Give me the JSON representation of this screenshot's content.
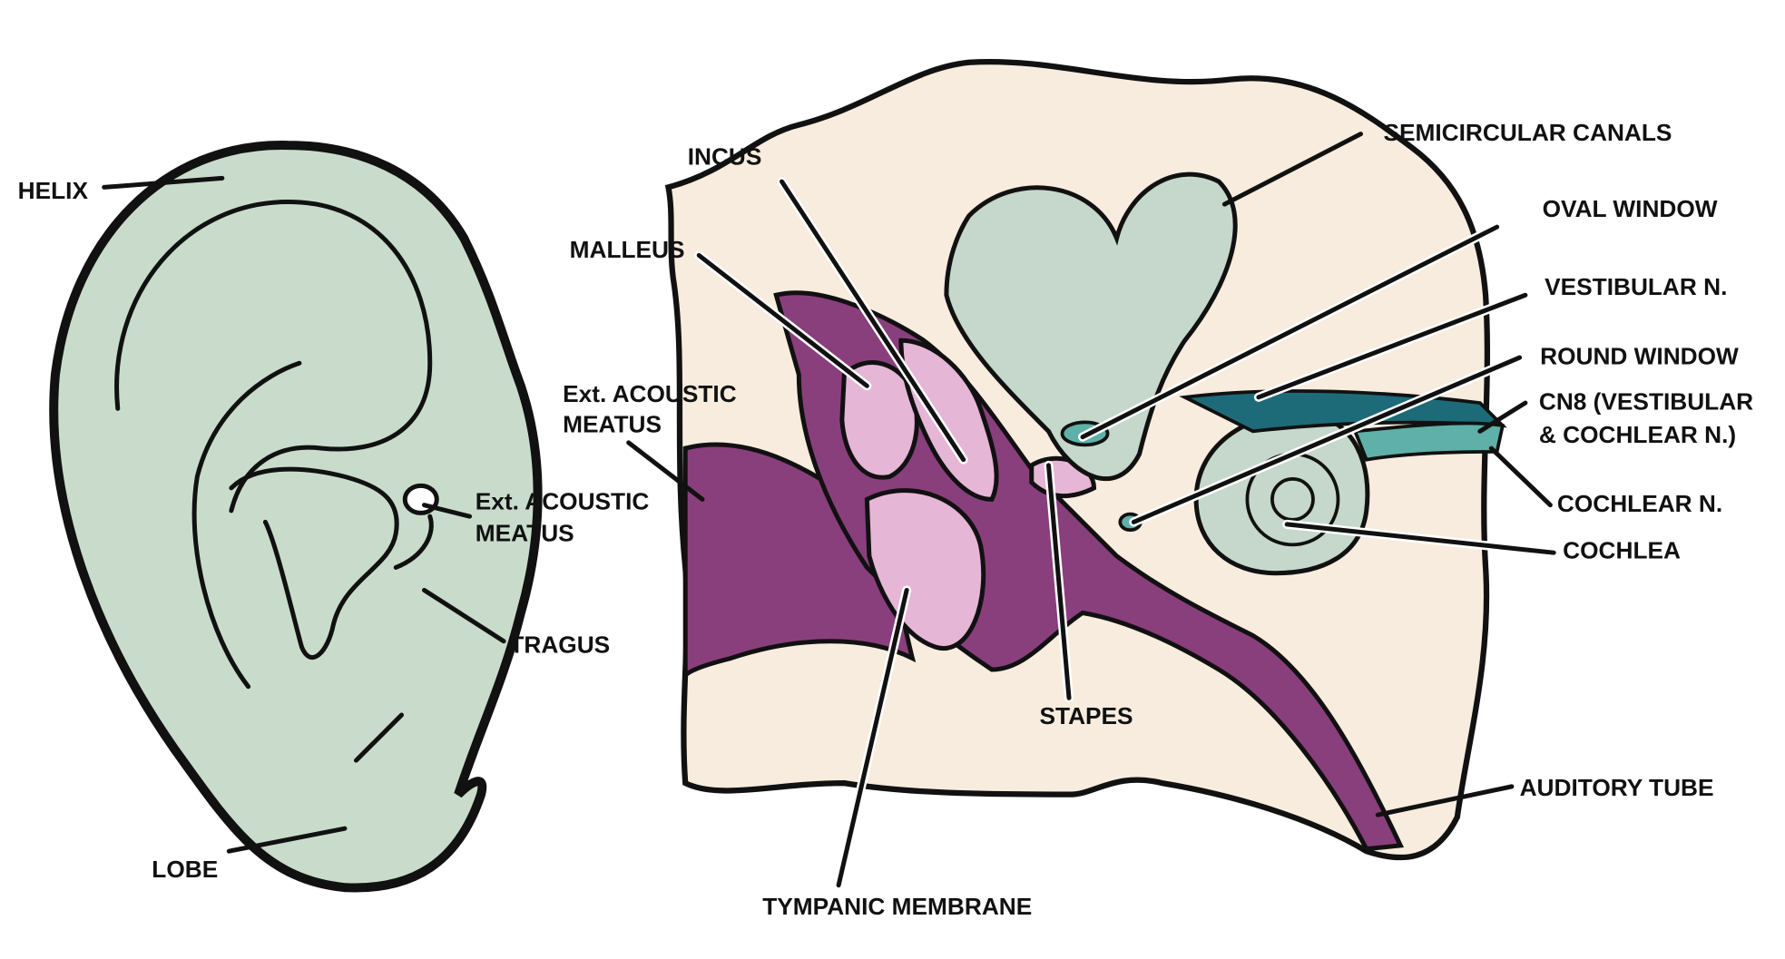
{
  "title": "Ear anatomy",
  "colors": {
    "skin": "#c9dccb",
    "bone": "#f8ecdf",
    "canal": "#8a3f7d",
    "ossicle": "#e6b6d6",
    "labyrinth": "#c5d8cb",
    "nerve_dark": "#1d6b78",
    "nerve_light": "#5fb0a8"
  },
  "outer_ear_labels": {
    "helix": "HELIX",
    "lobe": "LOBE",
    "meatus_1": "Ext. ACOUSTIC",
    "meatus_2": "MEATUS",
    "tragus": "TRAGUS"
  },
  "section_labels": {
    "meatus_1": "Ext. ACOUSTIC",
    "meatus_2": "MEATUS",
    "malleus": "MALLEUS",
    "incus": "INCUS",
    "tympanic": "TYMPANIC MEMBRANE",
    "stapes": "STAPES",
    "semicircular": "SEMICIRCULAR CANALS",
    "oval": "OVAL WINDOW",
    "vestibular": "VESTIBULAR N.",
    "round": "ROUND WINDOW",
    "cn8_1": "CN8 (VESTIBULAR",
    "cn8_2": "& COCHLEAR N.)",
    "cochlear_n": "COCHLEAR N.",
    "cochlea": "COCHLEA",
    "auditory_tube": "AUDITORY TUBE"
  }
}
